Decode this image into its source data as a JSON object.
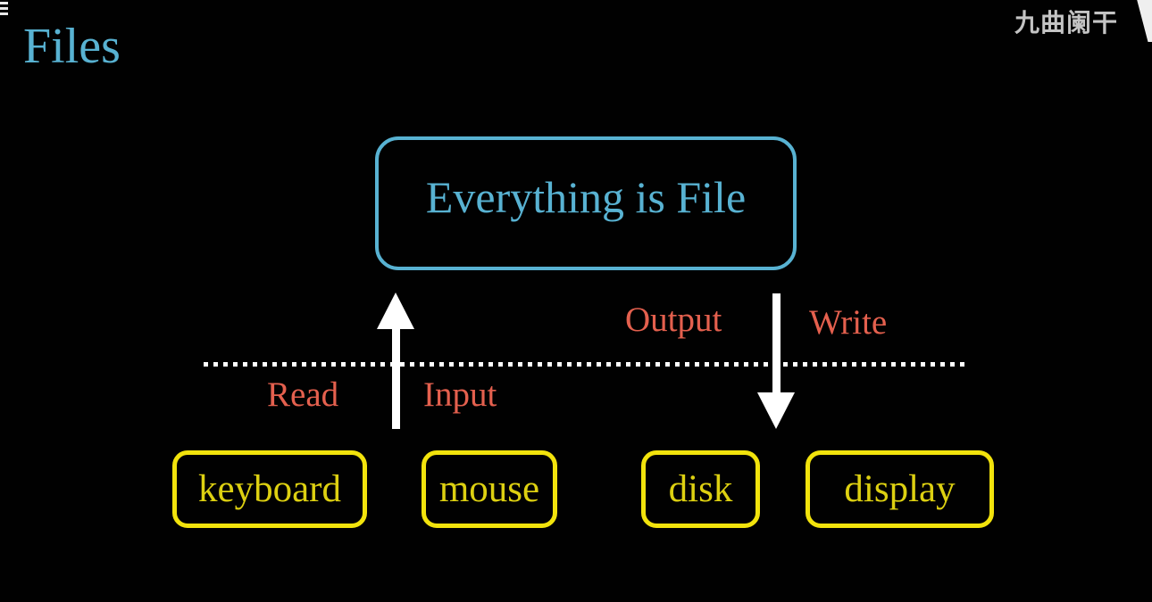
{
  "page_title": "Files",
  "watermark": {
    "text": "九曲阑干"
  },
  "icons": {
    "watermark_logo": "v-shape-logo",
    "corner_artifact": "partial-glyph-artifact"
  },
  "main_box": {
    "label": "Everything is File"
  },
  "flow_labels": {
    "read": "Read",
    "input": "Input",
    "output": "Output",
    "write": "Write"
  },
  "devices": [
    {
      "label": "keyboard"
    },
    {
      "label": "mouse"
    },
    {
      "label": "disk"
    },
    {
      "label": "display"
    }
  ],
  "colors": {
    "background": "#010101",
    "accent_blue": "#58b2d2",
    "accent_red": "#e4604e",
    "accent_yellow_border": "#f2e30c",
    "accent_yellow_text": "#ddd011",
    "arrow_white": "#ffffff",
    "dotted_line_white": "#ffffff",
    "watermark_gray": "#c4c4c4"
  }
}
